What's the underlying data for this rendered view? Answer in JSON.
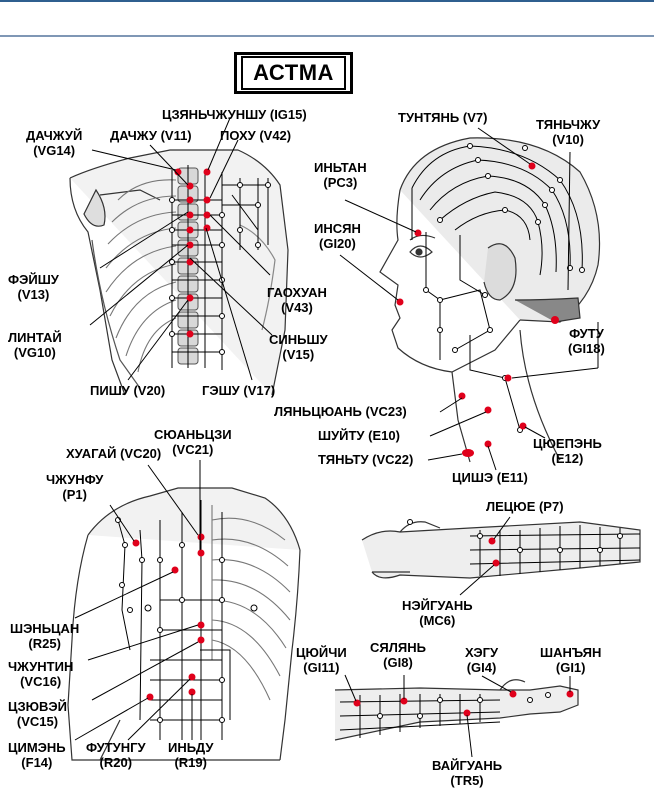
{
  "title": "АСТМА",
  "colors": {
    "point": "#e0001b",
    "line": "#000000",
    "header": "#2f5f8f"
  },
  "points": [
    {
      "id": "dachzhuy",
      "name": "ДАЧЖУЙ",
      "code": "(VG14)"
    },
    {
      "id": "dachzhu",
      "name": "ДАЧЖУ (V11)",
      "code": ""
    },
    {
      "id": "tszyanchzhunshu",
      "name": "ЦЗЯНЬЧЖУНШУ (IG15)",
      "code": ""
    },
    {
      "id": "pokhu",
      "name": "ПОХУ (V42)",
      "code": ""
    },
    {
      "id": "feyshu",
      "name": "ФЭЙШУ",
      "code": "(V13)"
    },
    {
      "id": "lintay",
      "name": "ЛИНТАЙ",
      "code": "(VG10)"
    },
    {
      "id": "gaokhuan",
      "name": "ГАОХУАН",
      "code": "(V43)"
    },
    {
      "id": "sinshu",
      "name": "СИНЬШУ",
      "code": "(V15)"
    },
    {
      "id": "pishu",
      "name": "ПИШУ (V20)",
      "code": ""
    },
    {
      "id": "geshu",
      "name": "ГЭШУ (V17)",
      "code": ""
    },
    {
      "id": "tuntyan",
      "name": "ТУНТЯНЬ (V7)",
      "code": ""
    },
    {
      "id": "tyanchzhu",
      "name": "ТЯНЬЧЖУ",
      "code": "(V10)"
    },
    {
      "id": "intan",
      "name": "ИНЬТАН",
      "code": "(PC3)"
    },
    {
      "id": "insyan",
      "name": "ИНСЯН",
      "code": "(GI20)"
    },
    {
      "id": "futu",
      "name": "ФУТУ",
      "code": "(GI18)"
    },
    {
      "id": "lyantsyuan",
      "name": "ЛЯНЬЦЮАНЬ (VC23)",
      "code": ""
    },
    {
      "id": "shuytu",
      "name": "ШУЙТУ (E10)",
      "code": ""
    },
    {
      "id": "tyantu",
      "name": "ТЯНЬТУ (VC22)",
      "code": ""
    },
    {
      "id": "tsishe",
      "name": "ЦИШЭ (E11)",
      "code": ""
    },
    {
      "id": "tsyuepen",
      "name": "ЦЮЕПЭНЬ",
      "code": "(E12)"
    },
    {
      "id": "khuagay",
      "name": "ХУАГАЙ (VC20)",
      "code": ""
    },
    {
      "id": "syuantszi",
      "name": "СЮАНЬЦЗИ",
      "code": "(VC21)"
    },
    {
      "id": "chzhunfu",
      "name": "ЧЖУНФУ",
      "code": "(P1)"
    },
    {
      "id": "shentsan",
      "name": "ШЭНЬЦАН",
      "code": "(R25)"
    },
    {
      "id": "chzhuntin",
      "name": "ЧЖУНТИН",
      "code": "(VC16)"
    },
    {
      "id": "tszyuvey",
      "name": "ЦЗЮВЭЙ",
      "code": "(VC15)"
    },
    {
      "id": "tsimen",
      "name": "ЦИМЭНЬ",
      "code": "(F14)"
    },
    {
      "id": "futungu",
      "name": "ФУТУНГУ",
      "code": "(R20)"
    },
    {
      "id": "indu",
      "name": "ИНЬДУ",
      "code": "(R19)"
    },
    {
      "id": "letsyue",
      "name": "ЛЕЦЮЕ (P7)",
      "code": ""
    },
    {
      "id": "neyguan",
      "name": "НЭЙГУАНЬ",
      "code": "(MC6)"
    },
    {
      "id": "tsyuychi",
      "name": "ЦЮЙЧИ",
      "code": "(GI11)"
    },
    {
      "id": "syalyan",
      "name": "СЯЛЯНЬ",
      "code": "(GI8)"
    },
    {
      "id": "khegu",
      "name": "ХЭГУ",
      "code": "(GI4)"
    },
    {
      "id": "shanyan",
      "name": "ШАНЪЯН",
      "code": "(GI1)"
    },
    {
      "id": "vayguan",
      "name": "ВАЙГУАНЬ",
      "code": "(TR5)"
    }
  ]
}
